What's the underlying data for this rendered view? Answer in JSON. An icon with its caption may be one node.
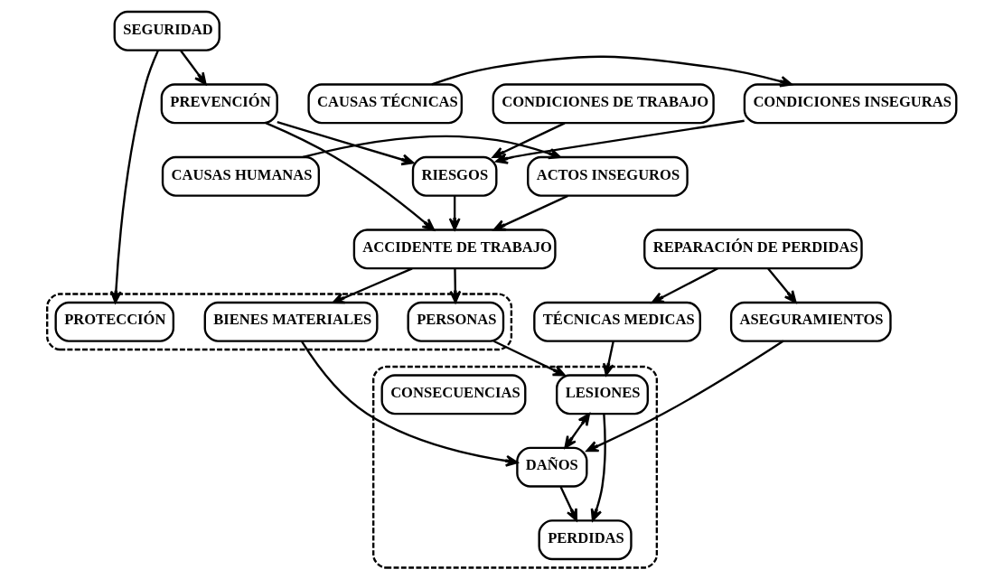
{
  "diagram": {
    "nodes": [
      {
        "text": [
          "CONDICIONES DE TRABAJO"
        ]
      },
      {
        "text": [
          "CONDICIONES INSEGURAS"
        ]
      },
      {
        "text": [
          "CAUSAS TÉCNICAS"
        ]
      },
      {
        "text": [
          "PREVENCIÓN"
        ]
      },
      {
        "text": [
          "RIESGOS"
        ]
      },
      {
        "text": [
          "ACTOS INSEGUROS"
        ]
      },
      {
        "text": [
          "CAUSAS HUMANAS"
        ]
      },
      {
        "text": [
          "SEGURIDAD"
        ]
      },
      {
        "text": [
          "ACCIDENTE DE TRABAJO"
        ]
      },
      {
        "text": [],
        "shape": "box"
      },
      {
        "text": [
          "PROTECCIÓN"
        ],
        "in": 9
      },
      {
        "text": [
          "PERSONAS"
        ],
        "in": 9
      },
      {
        "text": [
          "BIENES MATERIALES"
        ],
        "in": 9
      },
      {
        "text": [],
        "shape": "box"
      },
      {
        "text": [
          "LESIONES"
        ],
        "in": 13
      },
      {
        "text": [
          "DAÑOS"
        ],
        "in": 13
      },
      {
        "text": [
          "CONSECUENCIAS"
        ],
        "in": 13
      },
      {
        "text": [
          "PERDIDAS"
        ],
        "in": 13
      },
      {
        "text": [
          "TÉCNICAS MEDICAS"
        ]
      },
      {
        "text": [
          "ASEGURAMIENTOS"
        ]
      },
      {
        "text": [
          "REPARACIÓN DE PERDIDAS"
        ]
      }
    ],
    "edges": [
      {
        "from": 0,
        "to": 4,
        "arrow": "to"
      },
      {
        "from": 1,
        "to": 4,
        "arrow": "to"
      },
      {
        "from": 2,
        "to": 1,
        "arrow": "to"
      },
      {
        "from": 3,
        "to": 4,
        "arrow": "to"
      },
      {
        "from": 4,
        "to": 8,
        "arrow": "to"
      },
      {
        "from": 5,
        "to": 8,
        "arrow": "to"
      },
      {
        "from": 6,
        "to": 5,
        "arrow": "to"
      },
      {
        "from": 3,
        "to": 8,
        "arrow": "to"
      },
      {
        "from": 7,
        "to": 3,
        "arrow": "to"
      },
      {
        "from": 7,
        "to": 10,
        "arrow": "to"
      },
      {
        "from": 8,
        "to": 11,
        "arrow": "to"
      },
      {
        "from": 8,
        "to": 12,
        "arrow": "to"
      },
      {
        "from": 11,
        "to": 14,
        "arrow": "to"
      },
      {
        "from": 12,
        "to": 15,
        "arrow": "to"
      },
      {
        "from": 14,
        "to": 15,
        "arrow": "both"
      },
      {
        "from": 14,
        "to": 17,
        "arrow": "to"
      },
      {
        "from": 15,
        "to": 17,
        "arrow": "to"
      },
      {
        "from": 18,
        "to": 14,
        "arrow": "to"
      },
      {
        "from": 19,
        "to": 15,
        "arrow": "to"
      },
      {
        "from": 20,
        "to": 18,
        "arrow": "to"
      },
      {
        "from": 20,
        "to": 19,
        "arrow": "to"
      }
    ]
  }
}
